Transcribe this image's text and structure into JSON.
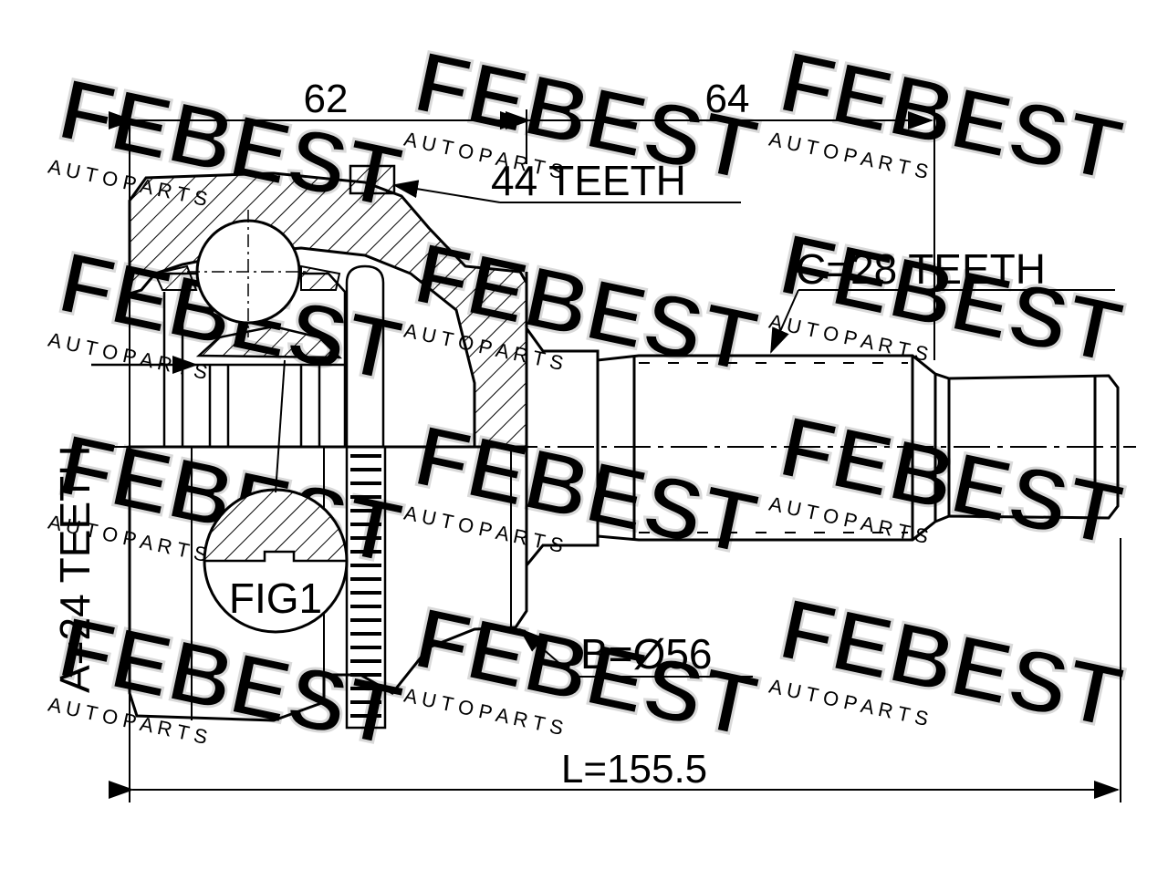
{
  "dimensions": {
    "joint_length": "62",
    "shaft_length": "64",
    "total_length": "L=155.5"
  },
  "callouts": {
    "ring_teeth": "44 TEETH",
    "outer_spline": "C=28 TEETH",
    "inner_spline": "A=24 TEETH",
    "seal_diameter": "B=Ø56",
    "figure_ref": "FIG1"
  },
  "watermark": {
    "brand": "FEBEST",
    "tagline": "A U T O   P A R T S"
  },
  "colors": {
    "line": "#000000",
    "watermark": "#d9d9d9",
    "background": "#ffffff"
  }
}
